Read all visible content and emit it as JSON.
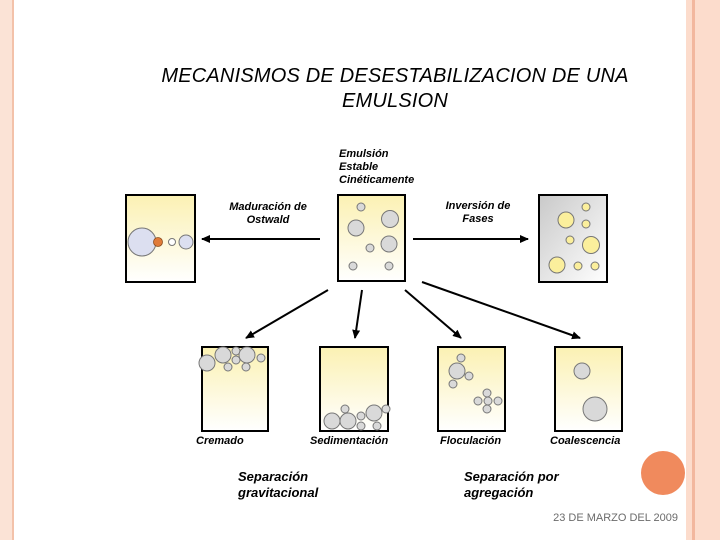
{
  "slide": {
    "title_line1": "MECANISMOS DE DESESTABILIZACION DE UNA",
    "title_line2": "EMULSION",
    "date": "23 DE MARZO DEL 2009"
  },
  "labels": {
    "stable_line1": "Emulsión",
    "stable_line2": "Estable",
    "stable_line3": "Cinéticamente",
    "ostwald_line1": "Maduración de",
    "ostwald_line2": "Ostwald",
    "inversion_line1": "Inversión de",
    "inversion_line2": "Fases"
  },
  "captions": {
    "cremado": "Cremado",
    "sedimentacion": "Sedimentación",
    "floculacion": "Floculación",
    "coalescencia": "Coalescencia"
  },
  "groups": {
    "gravitational_line1": "Separación",
    "gravitational_line2": "gravitacional",
    "aggregation_line1": "Separación por",
    "aggregation_line2": "agregación"
  },
  "colors": {
    "cream": "#fdf6c6",
    "droplet_grey": "#d9d9d9",
    "droplet_yellow": "#fbef9c",
    "orange_droplet": "#e07b39",
    "accent": "#f08a5d"
  }
}
